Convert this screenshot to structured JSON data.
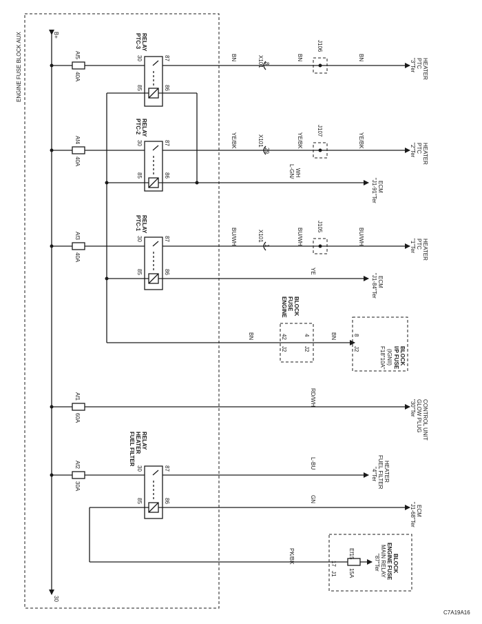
{
  "aux_block_title": "ENGINE FUSE BLOCK AUX",
  "supply": {
    "bplus": "B+",
    "thirty": "30"
  },
  "relays": {
    "ptc3": {
      "line1": "PTC-3",
      "line2": "RELAY"
    },
    "ptc2": {
      "line1": "PTC-2",
      "line2": "RELAY"
    },
    "ptc1": {
      "line1": "PTC-1",
      "line2": "RELAY"
    },
    "ffh": {
      "line1": "FUEL FILTER",
      "line2": "HEATER",
      "line3": "RELAY"
    }
  },
  "relay_pins": {
    "p30": "30",
    "p87": "87",
    "p85": "85",
    "p86": "86"
  },
  "fuses": {
    "af5": {
      "name": "Af5",
      "rating": "40A"
    },
    "af4": {
      "name": "Af4",
      "rating": "40A"
    },
    "af3": {
      "name": "Af3",
      "rating": "40A"
    },
    "af1": {
      "name": "Af1",
      "rating": "60A"
    },
    "af2": {
      "name": "Af2",
      "rating": "30A"
    },
    "ef15": {
      "name": "Ef15",
      "rating": "15A"
    }
  },
  "wire_colors": {
    "w3a": "BN",
    "w3b": "BN",
    "w3c": "BN",
    "w2a": "YE/BK",
    "w2b": "YE/BK",
    "w2c": "YE/BK",
    "ecm91": "L-GN/",
    "ecm91b": "WH",
    "w1a": "BU/WH",
    "w1b": "BU/WH",
    "w1c": "BU/WH",
    "ecm84": "YE",
    "efb_a": "BN",
    "efb_b": "BN",
    "glow": "RD/WH",
    "ffh": "L-BU",
    "ecm68": "GN",
    "mainrelay": "PK/BK"
  },
  "connectors": {
    "x101": "X101",
    "pin8": "8",
    "pin29": "29",
    "pin1": "1",
    "j106": "J106",
    "j107": "J107",
    "j105": "J105",
    "j2": "J2",
    "j2_42": "42",
    "j2_4": "4",
    "j2_8": "8",
    "j1": "J1",
    "j1_17": "17"
  },
  "engine_fuse_block": {
    "line1": "ENGINE",
    "line2": "FUSE",
    "line3": "BLOCK"
  },
  "ip_fuse_block": {
    "fuse": "F18\"10A\"",
    "ign": "(IGNII)",
    "line1": "I/P FUSE",
    "line2": "BLOCK"
  },
  "destinations": {
    "ptc3": {
      "l1": "\"3\"Ter",
      "l2": "PTC",
      "l3": "HEATER"
    },
    "ptc2": {
      "l1": "\"2\"Ter",
      "l2": "PTC",
      "l3": "HEATER"
    },
    "ecm91": {
      "l1": "\"J1-91\"Ter",
      "l2": "ECM"
    },
    "ptc1": {
      "l1": "\"1\"Ter",
      "l2": "PTC",
      "l3": "HEATER"
    },
    "ecm84": {
      "l1": "\"J1-84\"Ter",
      "l2": "ECM"
    },
    "glow": {
      "l1": "\"30\"Ter",
      "l2": "GLOW PLUG",
      "l3": "CONTROL UNIT"
    },
    "ffh": {
      "l1": "\"4\"Ter",
      "l2": "FUEL FILTER",
      "l3": "HEATER"
    },
    "ecm68": {
      "l1": "\"J1-68\"Ter",
      "l2": "ECM"
    },
    "mainrelay": {
      "l1": "\"87\"Ter",
      "l2": "MAIN RELAY",
      "l3": "ENGINE FUSE",
      "l4": "BLOCK"
    }
  },
  "figure_code": "C7A19A16"
}
